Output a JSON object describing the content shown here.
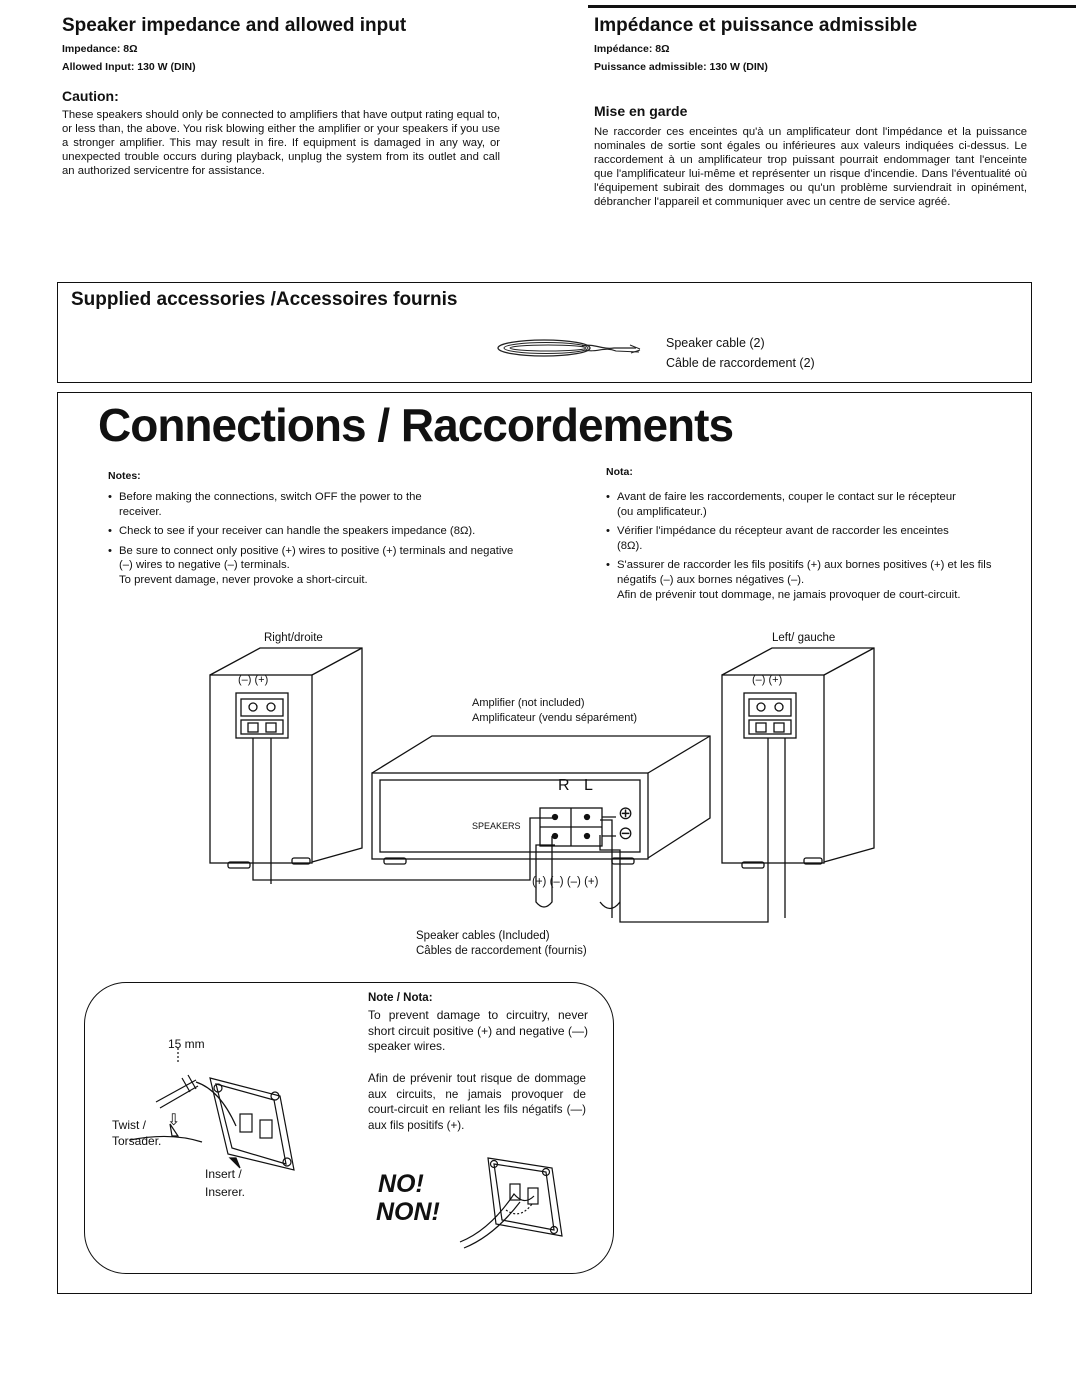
{
  "speaker_en": {
    "title": "Speaker impedance and allowed input",
    "impedance": "Impedance: 8Ω",
    "allowed": "Allowed Input: 130 W (DIN)",
    "caution_title": "Caution:",
    "caution_text": "These speakers should only be connected to amplifiers that have output rating equal to, or less than, the above. You risk blowing either the amplifier or your speakers if you use a stronger amplifier. This may result in fire. If equipment is damaged in any way, or unexpected trouble occurs during playback, unplug the system from its outlet and call an authorized servicentre for assistance."
  },
  "speaker_fr": {
    "title": "Impédance et puissance admissible",
    "impedance": "Impédance: 8Ω",
    "allowed": "Puissance admissible: 130 W (DIN)",
    "caution_title": "Mise en garde",
    "caution_text": "Ne raccorder ces enceintes qu'à un amplificateur dont l'impédance et la puissance nominales de sortie sont égales ou inférieures aux valeurs indiquées ci-dessus. Le raccordement à un amplificateur trop puissant pourrait endommager tant l'enceinte que l'amplificateur lui-même et représenter un risque d'incendie. Dans l'éventualité où l'équipement subirait des dommages ou qu'un problème surviendrait in opinément, débrancher l'appareil et communiquer avec un centre de service agréé."
  },
  "accessories": {
    "title": "Supplied accessories /Accessoires fournis",
    "item_en": "Speaker cable (2)",
    "item_fr": "Câble de raccordement (2)"
  },
  "connections": {
    "title": "Connections / Raccordements",
    "notes_en_title": "Notes:",
    "notes_en": [
      "Before making the connections, switch OFF the power to the receiver.",
      "Check to see if your receiver can handle the speakers impedance (8Ω).",
      "Be sure to connect only positive (+) wires to positive (+) terminals and negative (–) wires to negative (–) terminals."
    ],
    "notes_en_extra": "To prevent damage, never provoke a short-circuit.",
    "notes_fr_title": "Nota:",
    "notes_fr": [
      "Avant de faire les raccordements, couper le contact sur le récepteur (ou amplificateur.)",
      "Vérifier l'impédance du récepteur avant de raccorder les enceintes (8Ω).",
      "S'assurer de raccorder les fils positifs (+) aux bornes positives (+) et les fils négatifs (–) aux bornes négatives (–)."
    ],
    "notes_fr_extra": "Afin de prévenir tout dommage, ne jamais provoquer de court-circuit."
  },
  "diagram": {
    "right_label": "Right/droite",
    "left_label": "Left/ gauche",
    "terminal_label": "(–) (+)",
    "amp_en": "Amplifier (not included)",
    "amp_fr": "Amplificateur (vendu séparément)",
    "r_label": "R",
    "l_label": "L",
    "speakers_label": "SPEAKERS",
    "plus_sign": "⊕",
    "minus_sign": "⊖",
    "wire_polarity": "(+) (–) (–) (+)",
    "cables_en": "Speaker cables (Included)",
    "cables_fr": "Câbles de raccordement (fournis)"
  },
  "wiring_box": {
    "mm_label": "15 mm",
    "twist": "Twist /",
    "torsader": "Torsader.",
    "insert": "Insert /",
    "inserer": "Inserer.",
    "note_title": "Note / Nota:",
    "note_en": "To prevent damage to circuitry, never short circuit positive (+) and negative (—) speaker wires.",
    "note_fr": "Afin de prévenir tout risque de dommage aux circuits, ne jamais provoquer de court-circuit en reliant les fils négatifs (—) aux fils positifs (+).",
    "no_en": "NO!",
    "no_fr": "NON!"
  }
}
